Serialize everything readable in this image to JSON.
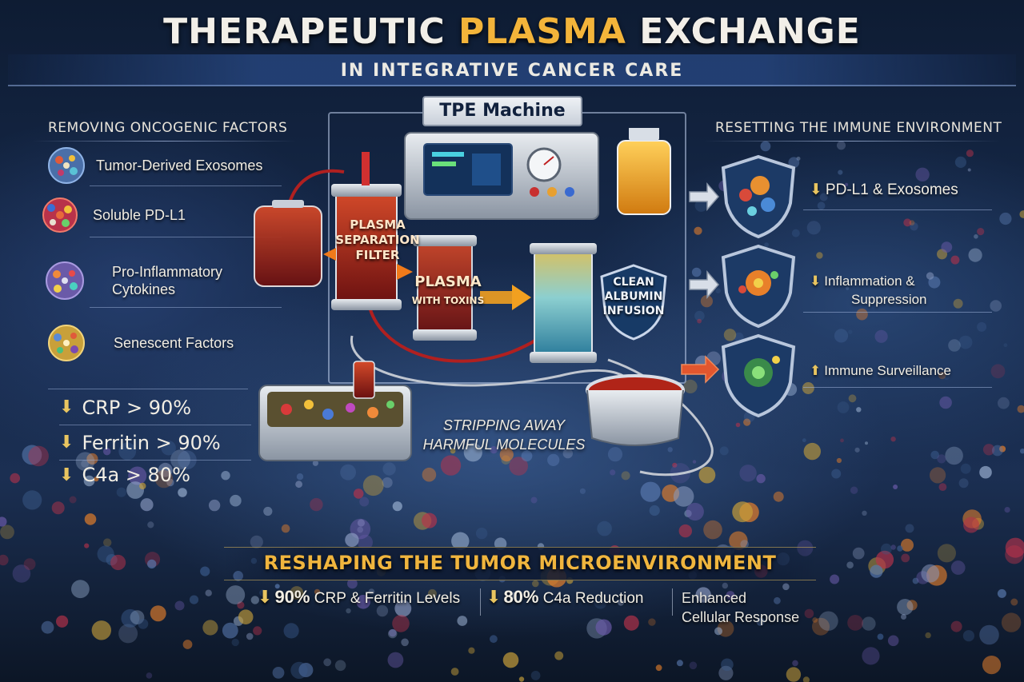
{
  "header": {
    "title_part1": "THERAPEUTIC",
    "title_accent": "PLASMA",
    "title_part2": "EXCHANGE",
    "subtitle": "IN INTEGRATIVE CANCER CARE"
  },
  "left_panel": {
    "heading": "REMOVING ONCOGENIC FACTORS",
    "factors": [
      {
        "label": "Tumor-Derived Exosomes",
        "icon": "exosome-cell-icon"
      },
      {
        "label": "Soluble PD-L1",
        "icon": "pdl1-cell-icon"
      },
      {
        "label_line1": "Pro-Inflammatory",
        "label_line2": "Cytokines",
        "icon": "cytokine-cell-icon"
      },
      {
        "label": "Senescent Factors",
        "icon": "senescent-cell-icon"
      }
    ],
    "stats": [
      {
        "arrow": "⬇",
        "text": "CRP > 90%"
      },
      {
        "arrow": "⬇",
        "text": "Ferritin > 90%"
      },
      {
        "arrow": "⬇",
        "text": "C4a > 80%"
      }
    ]
  },
  "machine": {
    "tag": "TPE Machine",
    "separation_label": [
      "PLASMA",
      "SEPARATION",
      "FILTER"
    ],
    "toxins_label_line1": "PLASMA",
    "toxins_label_line2": "WITH TOXINS",
    "albumin_label": [
      "CLEAN",
      "ALBUMIN",
      "INFUSION"
    ],
    "stripping_line1": "STRIPPING AWAY",
    "stripping_line2": "HARMFUL MOLECULES"
  },
  "right_panel": {
    "heading": "RESETTING THE IMMUNE ENVIRONMENT",
    "effects": [
      {
        "arrow": "⬇",
        "text": "PD-L1 & Exosomes"
      },
      {
        "arrow": "⬇",
        "text_line1": "Inflammation &",
        "text_line2": "Suppression"
      },
      {
        "arrow": "⬆",
        "text": "Immune Surveillance"
      }
    ]
  },
  "bottom": {
    "title": "RESHAPING THE TUMOR MICROENVIRONMENT",
    "stat1_arrow": "⬇",
    "stat1_value": "90%",
    "stat1_text": "CRP & Ferritin Levels",
    "stat2_arrow": "⬇",
    "stat2_value": "80%",
    "stat2_text": "C4a Reduction",
    "stat3_line1": "Enhanced",
    "stat3_line2": "Cellular Response"
  },
  "colors": {
    "accent_gold": "#f3b43a",
    "arrow_gold": "#e9c560",
    "background_navy": "#16294a",
    "plasma_red": "#b3261e",
    "plasma_amber": "#f0a020",
    "albumin_teal": "#5fb8c8"
  }
}
